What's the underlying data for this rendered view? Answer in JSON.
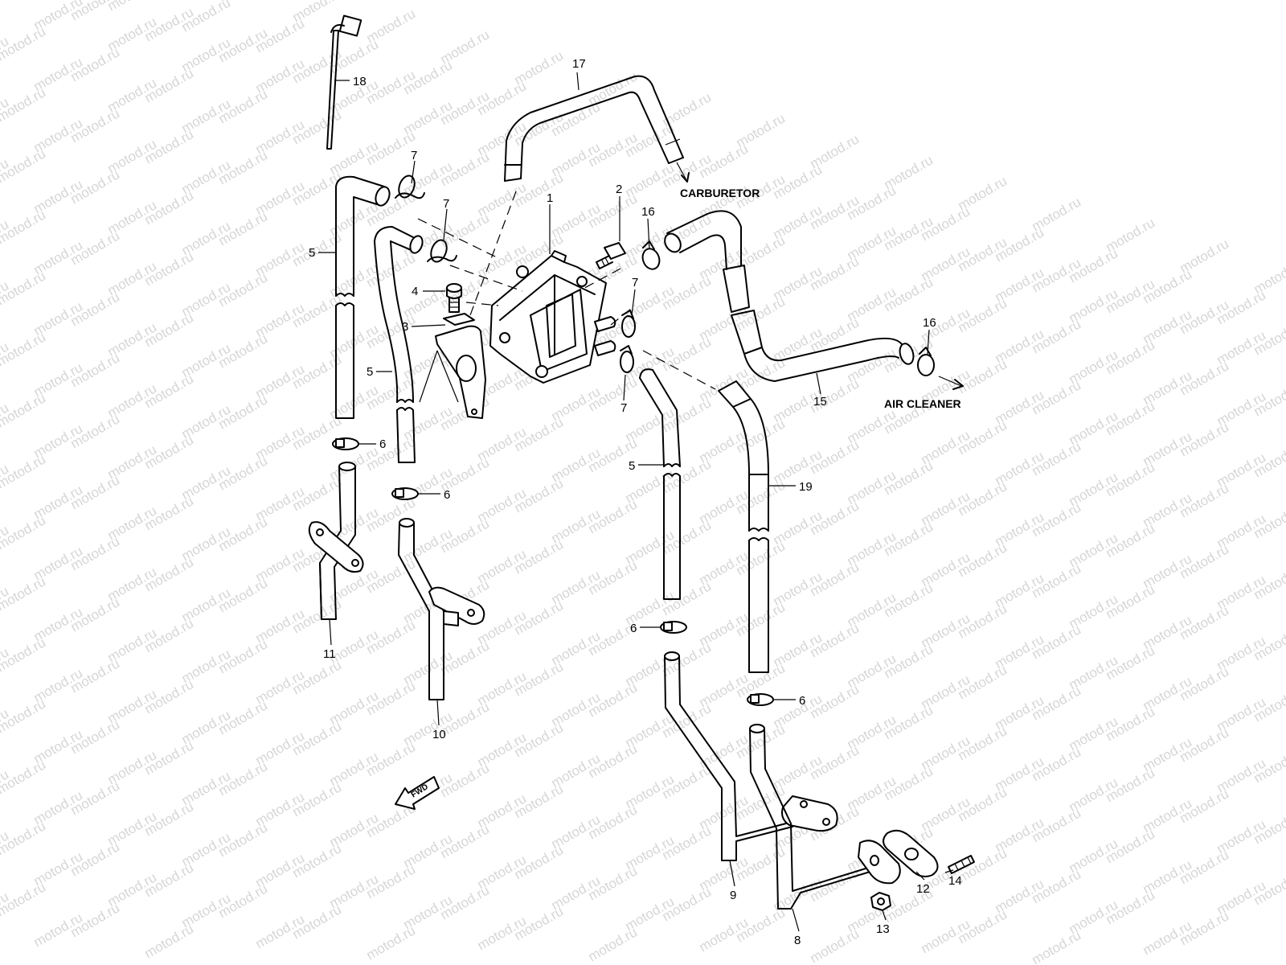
{
  "watermark": {
    "text": "motod.ru",
    "color": "#d6d6d6"
  },
  "labels": {
    "carburetor": "CARBURETOR",
    "air_cleaner": "AIR CLEANER",
    "fwd": "FWD"
  },
  "callouts": {
    "p1": "1",
    "p2": "2",
    "p3": "3",
    "p4": "4",
    "p5a": "5",
    "p5b": "5",
    "p5c": "5",
    "p6a": "6",
    "p6b": "6",
    "p6c": "6",
    "p6d": "6",
    "p7a": "7",
    "p7b": "7",
    "p7c": "7",
    "p7d": "7",
    "p8": "8",
    "p9": "9",
    "p10": "10",
    "p11": "11",
    "p12": "12",
    "p13": "13",
    "p14": "14",
    "p15": "15",
    "p16a": "16",
    "p16b": "16",
    "p17": "17",
    "p18": "18",
    "p19": "19"
  },
  "colors": {
    "line": "#000000",
    "background": "#ffffff"
  }
}
